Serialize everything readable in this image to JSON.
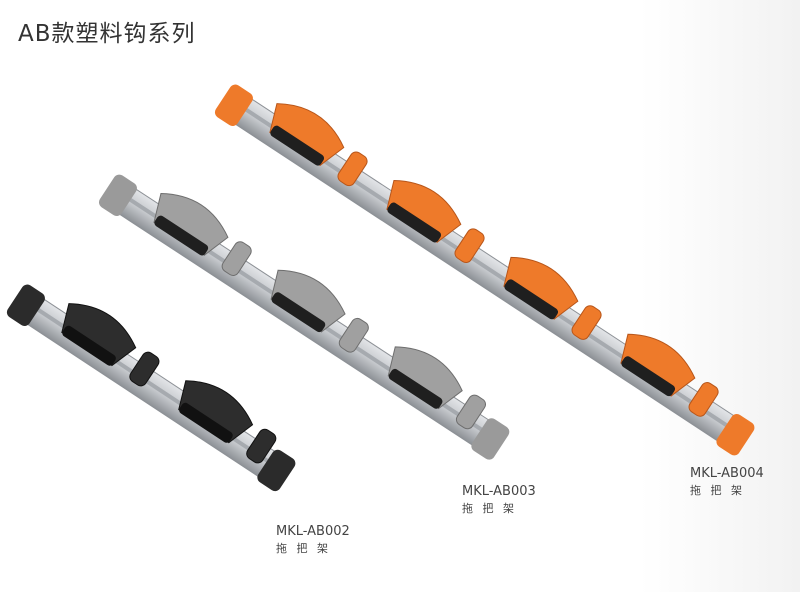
{
  "title": "AB款塑料钩系列",
  "products": [
    {
      "model": "MKL-AB002",
      "name": "拖 把 架",
      "color": "#2b2b2b",
      "hooks": 2
    },
    {
      "model": "MKL-AB003",
      "name": "拖 把 架",
      "color": "#9a9a9a",
      "hooks": 3
    },
    {
      "model": "MKL-AB004",
      "name": "拖 把 架",
      "color": "#ee7a2a",
      "hooks": 4
    }
  ],
  "colors": {
    "rail": "#c9ccd0",
    "rail_shadow": "#8d9196",
    "cap_black": "#2b2b2b",
    "cap_gray": "#9a9a9a",
    "cap_orange": "#ee7a2a"
  }
}
